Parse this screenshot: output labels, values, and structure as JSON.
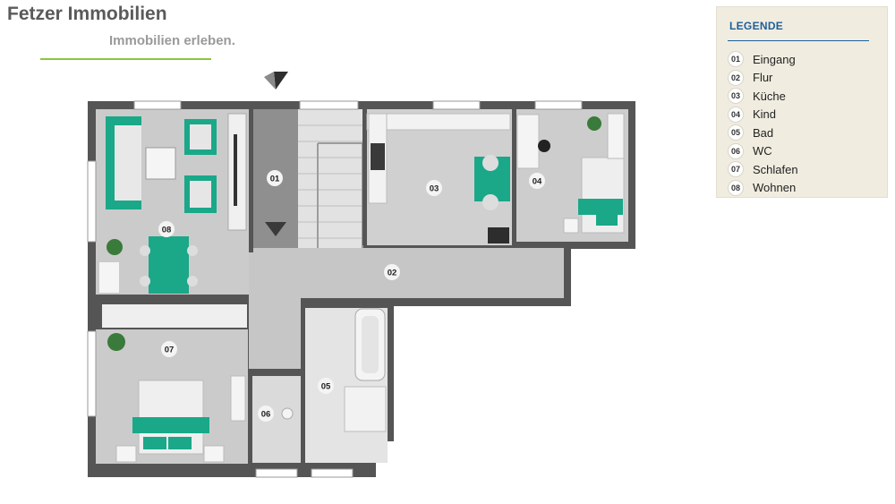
{
  "brand": {
    "title": "Fetzer Immobilien",
    "tagline": "Immobilien erleben."
  },
  "legend": {
    "title": "LEGENDE",
    "items": [
      {
        "num": "01",
        "label": "Eingang"
      },
      {
        "num": "02",
        "label": "Flur"
      },
      {
        "num": "03",
        "label": "Küche"
      },
      {
        "num": "04",
        "label": "Kind"
      },
      {
        "num": "05",
        "label": "Bad"
      },
      {
        "num": "06",
        "label": "WC"
      },
      {
        "num": "07",
        "label": "Schlafen"
      },
      {
        "num": "08",
        "label": "Wohnen"
      }
    ]
  },
  "rooms": {
    "r01": "01",
    "r02": "02",
    "r03": "03",
    "r04": "04",
    "r05": "05",
    "r06": "06",
    "r07": "07",
    "r08": "08"
  },
  "colors": {
    "wall": "#555555",
    "floor": "#c9c9c9",
    "tile": "#d8d8d8",
    "accent": "#1aa889",
    "accent_line": "#8cc63f",
    "legend_bg": "#f0ede0",
    "legend_title": "#1f5f9a"
  }
}
